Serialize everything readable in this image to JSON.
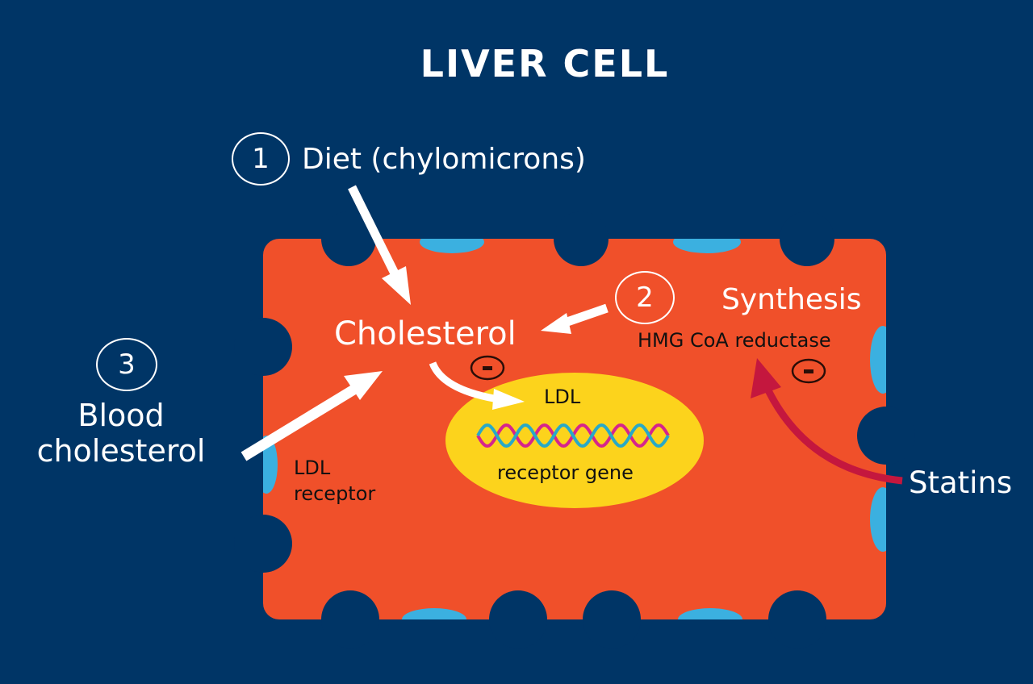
{
  "title": "LIVER CELL",
  "sources": {
    "diet": {
      "number": "1",
      "label": "Diet (chylomicrons)"
    },
    "synthesis": {
      "number": "2",
      "label": "Synthesis"
    },
    "blood": {
      "number": "3",
      "label_line1": "Blood",
      "label_line2": "cholesterol"
    }
  },
  "cell": {
    "cholesterol": "Cholesterol",
    "enzyme": "HMG CoA reductase",
    "nucleus": {
      "top_label": "LDL",
      "bottom_label": "receptor gene"
    },
    "receptor": {
      "line1": "LDL",
      "line2": "receptor"
    },
    "inhibition_symbol": "-"
  },
  "drug": "Statins",
  "colors": {
    "background": "#003566",
    "cell": "#f0502a",
    "nucleus": "#fcd31c",
    "receptor": "#3bb0e0",
    "statin_arrow": "#c4173e",
    "dna_strand_1": "#d6248c",
    "dna_strand_2": "#28a9c7"
  }
}
